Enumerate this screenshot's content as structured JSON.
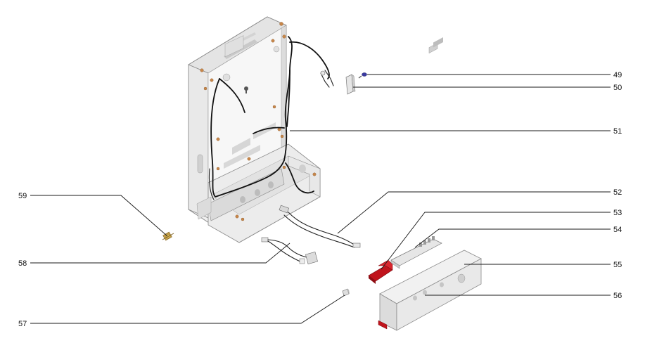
{
  "callouts": [
    {
      "label": "49",
      "part": "screw"
    },
    {
      "label": "50",
      "part": "clip"
    },
    {
      "label": "51",
      "part": "wiring-harness"
    },
    {
      "label": "52",
      "part": "cable"
    },
    {
      "label": "53",
      "part": "red-connector"
    },
    {
      "label": "54",
      "part": "terminal-strip"
    },
    {
      "label": "55",
      "part": "control-box-cover"
    },
    {
      "label": "56",
      "part": "control-box"
    },
    {
      "label": "57",
      "part": "small-clip"
    },
    {
      "label": "58",
      "part": "sensor-cable"
    },
    {
      "label": "59",
      "part": "brass-fitting"
    }
  ],
  "colors": {
    "frame": "#f2f2f2",
    "frame_shade": "#dedede",
    "wire": "#111111",
    "screw": "#c8874a",
    "red_part": "#c0141c",
    "leader_line": "#1a1a1a"
  }
}
